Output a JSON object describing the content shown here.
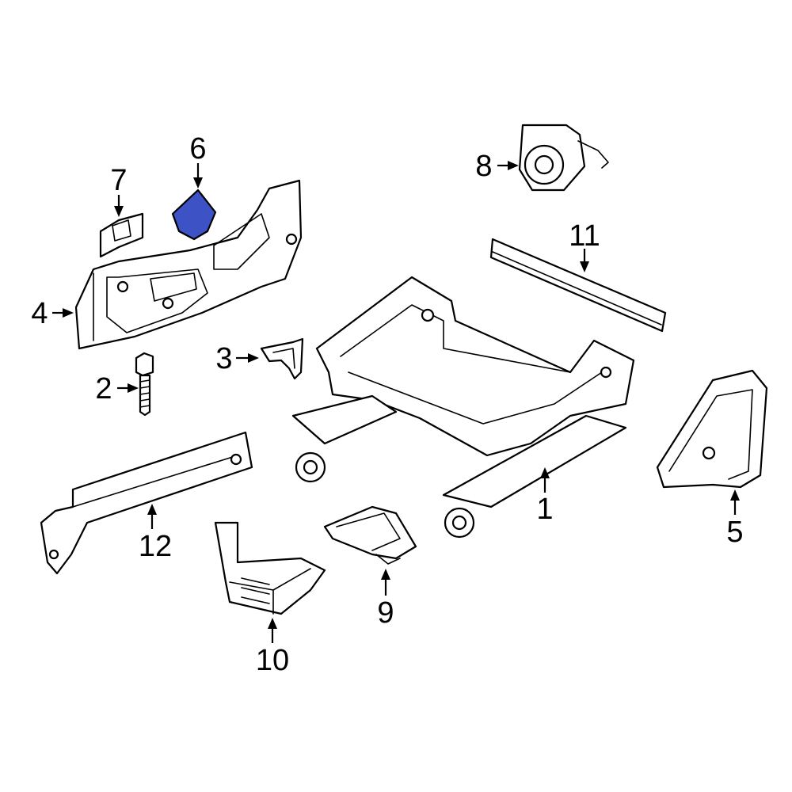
{
  "callouts": [
    {
      "id": "1",
      "label": "1"
    },
    {
      "id": "2",
      "label": "2"
    },
    {
      "id": "3",
      "label": "3"
    },
    {
      "id": "4",
      "label": "4"
    },
    {
      "id": "5",
      "label": "5"
    },
    {
      "id": "6",
      "label": "6"
    },
    {
      "id": "7",
      "label": "7"
    },
    {
      "id": "8",
      "label": "8"
    },
    {
      "id": "9",
      "label": "9"
    },
    {
      "id": "10",
      "label": "10"
    },
    {
      "id": "11",
      "label": "11"
    },
    {
      "id": "12",
      "label": "12"
    }
  ],
  "colors": {
    "line": "#000000",
    "background": "#ffffff",
    "highlight": "#3d52c4"
  },
  "highlighted_part": "6"
}
